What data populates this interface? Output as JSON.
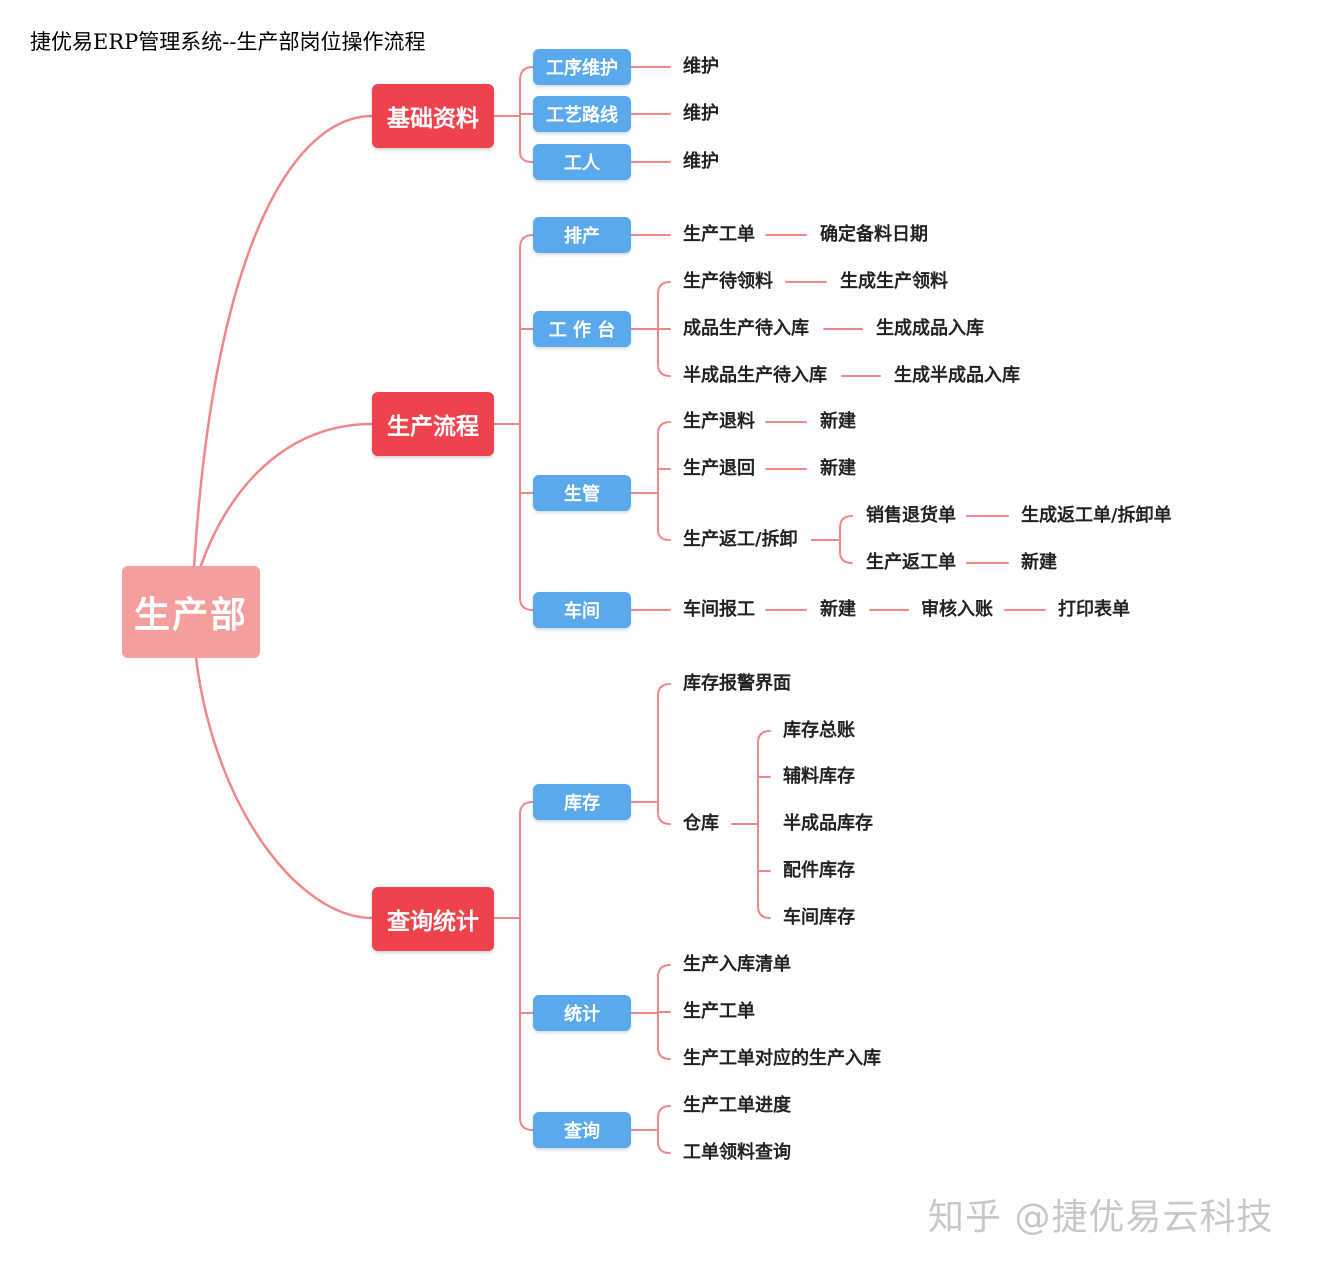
{
  "title": "捷优易ERP管理系统--生产部岗位操作流程",
  "watermark": "知乎 @捷优易云科技",
  "colors": {
    "root": "#f59e9e",
    "category": "#f0424c",
    "module": "#5aa9ec",
    "connector": "#f2878a"
  },
  "root": "生产部",
  "categories": [
    {
      "label": "基础资料",
      "modules": [
        {
          "label": "工序维护",
          "items": [
            "维护"
          ]
        },
        {
          "label": "工艺路线",
          "items": [
            "维护"
          ]
        },
        {
          "label": "工人",
          "items": [
            "维护"
          ]
        }
      ]
    },
    {
      "label": "生产流程",
      "modules": [
        {
          "label": "排产",
          "items": [
            "生产工单",
            "确定备料日期"
          ]
        },
        {
          "label": "工 作 台",
          "items": [
            [
              "生产待领料",
              "生成生产领料"
            ],
            [
              "成品生产待入库",
              "生成成品入库"
            ],
            [
              "半成品生产待入库",
              "生成半成品入库"
            ]
          ]
        },
        {
          "label": "生管",
          "items": [
            [
              "生产退料",
              "新建"
            ],
            [
              "生产退回",
              "新建"
            ],
            {
              "label": "生产返工/拆卸",
              "children": [
                [
                  "销售退货单",
                  "生成返工单/拆卸单"
                ],
                [
                  "生产返工单",
                  "新建"
                ]
              ]
            }
          ]
        },
        {
          "label": "车间",
          "items": [
            "车间报工",
            "新建",
            "审核入账",
            "打印表单"
          ]
        }
      ]
    },
    {
      "label": "查询统计",
      "modules": [
        {
          "label": "库存",
          "items": [
            "库存报警界面",
            {
              "label": "仓库",
              "children": [
                "库存总账",
                "辅料库存",
                "半成品库存",
                "配件库存",
                "车间库存"
              ]
            }
          ]
        },
        {
          "label": "统计",
          "items": [
            "生产入库清单",
            "生产工单",
            "生产工单对应的生产入库"
          ]
        },
        {
          "label": "查询",
          "items": [
            "生产工单进度",
            "工单领料查询"
          ]
        }
      ]
    }
  ]
}
